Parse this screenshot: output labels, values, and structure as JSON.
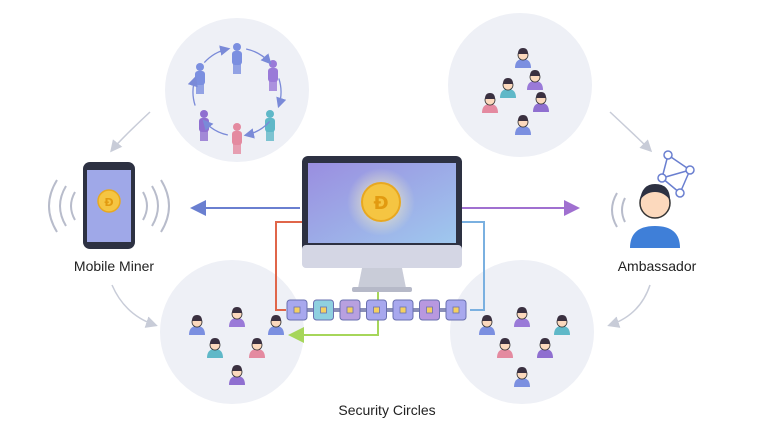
{
  "labels": {
    "mobile_miner": "Mobile Miner",
    "ambassador": "Ambassador",
    "security_circles": "Security Circles"
  },
  "icons": [
    "coin-icon",
    "phone-icon",
    "monitor-icon",
    "person-icon",
    "network-icon",
    "block-chain-icon",
    "signal-wave-icon"
  ],
  "colors": {
    "coin": "#f5c542",
    "screen": "#a99be0",
    "blue_arrow": "#6a7fd0",
    "purple_arrow": "#a070d0",
    "red_line": "#e0664a",
    "green_line": "#a6d65a",
    "circle_bg": "#eef0f6"
  },
  "chain_block_count": 7
}
